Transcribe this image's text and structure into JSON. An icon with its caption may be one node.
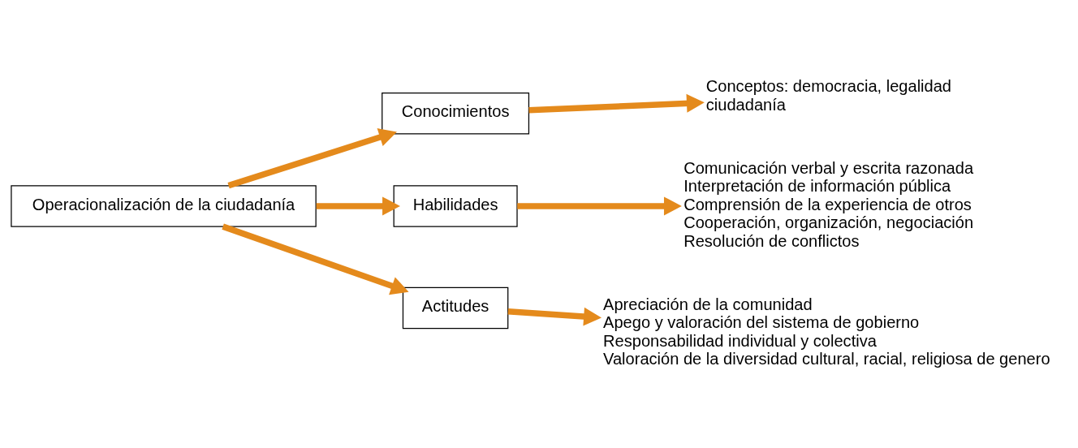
{
  "diagram": {
    "nodes": [
      {
        "text": [
          "Operacionalización de la ciudadanía"
        ]
      },
      {
        "text": [
          "Conocimientos"
        ]
      },
      {
        "text": [
          "Habilidades"
        ]
      },
      {
        "text": [
          "Actitudes"
        ]
      },
      {
        "text": [
          "Conceptos: democracia, legalidad",
          "ciudadanía"
        ]
      },
      {
        "text": [
          "Comunicación verbal y escrita razonada",
          "Interpretación de información pública",
          "Comprensión de la experiencia de otros",
          "Cooperación, organización, negociación",
          "Resolución de conflictos"
        ]
      },
      {
        "text": [
          "Apreciación de la comunidad",
          "Apego y valoración del sistema de gobierno",
          "Responsabilidad individual y colectiva",
          "Valoración de la diversidad cultural, racial, religiosa de genero"
        ]
      }
    ],
    "edges": [
      {
        "from": 0,
        "to": 1,
        "arrow": "to"
      },
      {
        "from": 0,
        "to": 2,
        "arrow": "to"
      },
      {
        "from": 0,
        "to": 3,
        "arrow": "to"
      },
      {
        "from": 1,
        "to": 4,
        "arrow": "to"
      },
      {
        "from": 2,
        "to": 5,
        "arrow": "to"
      },
      {
        "from": 3,
        "to": 6,
        "arrow": "to"
      }
    ]
  }
}
